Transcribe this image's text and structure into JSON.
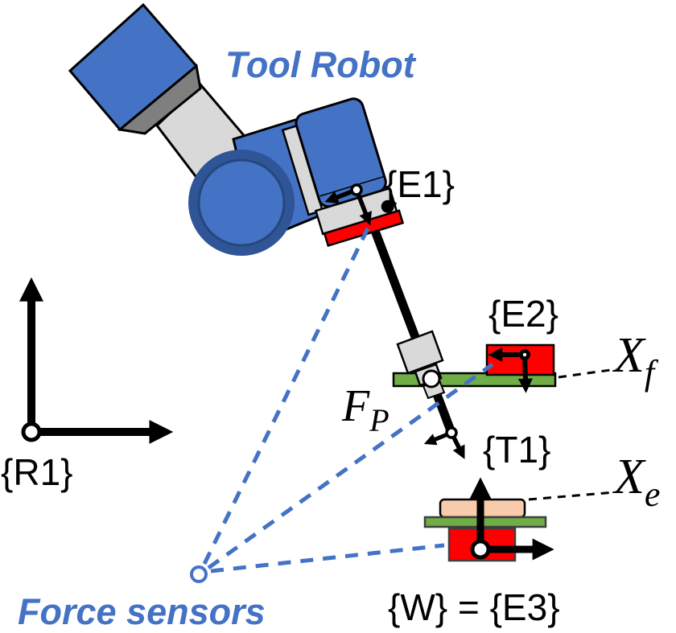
{
  "labels": {
    "tool_robot": "Tool Robot",
    "force_sensors": "Force sensors",
    "frames": {
      "r1": "{R1}",
      "e1": "{E1}",
      "e2": "{E2}",
      "t1": "{T1}",
      "w_e3": "{W} = {E3}"
    },
    "math": {
      "xf": {
        "base": "X",
        "sub": "f"
      },
      "xe": {
        "base": "X",
        "sub": "e"
      },
      "fp": {
        "base": "F",
        "sub": "P"
      }
    }
  },
  "colors": {
    "robot_blue": "#4472C4",
    "joint_ring_blue": "#2F5597",
    "annotation_blue": "#4472C4",
    "sensor_red": "#FF0000",
    "board_green": "#70AD47",
    "workpiece_peach": "#F8CBAD",
    "link_gray": "#D9D9D9",
    "cube_side_gray": "#7F7F7F",
    "frame_black": "#000000"
  }
}
